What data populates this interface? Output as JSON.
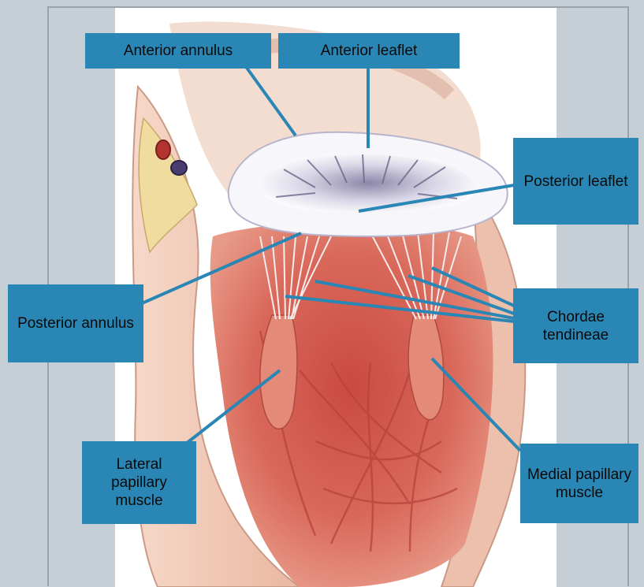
{
  "labels": {
    "anterior_annulus": "Anterior annulus",
    "anterior_leaflet": "Anterior leaflet",
    "posterior_leaflet": "Posterior leaflet",
    "posterior_annulus": "Posterior annulus",
    "chordae_tendineae": "Chordae tendineae",
    "lateral_papillary_muscle": "Lateral papillary muscle",
    "medial_papillary_muscle": "Medial papillary muscle"
  },
  "colors": {
    "label_bg": "#2a86b4",
    "leader_line": "#2a86b4",
    "myocardium": "#d9685a",
    "valve": "#eeeef6",
    "background": "#c7cfd6"
  }
}
